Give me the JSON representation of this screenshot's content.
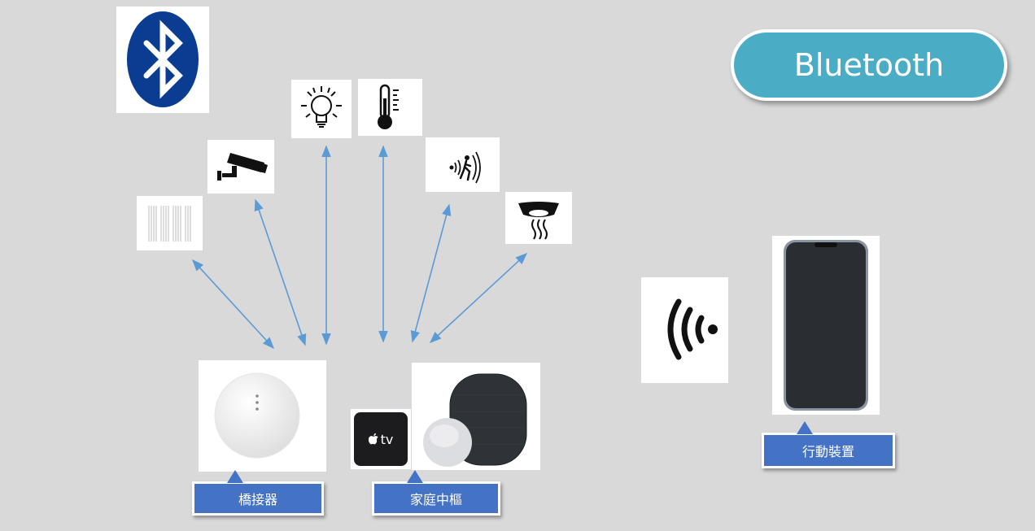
{
  "title": "Bluetooth",
  "icons": {
    "bluetooth_logo": "bluetooth-logo",
    "blinds": "window-blinds-icon",
    "camera": "security-camera-icon",
    "bulb": "light-bulb-icon",
    "thermometer": "thermometer-icon",
    "motion": "motion-sensor-icon",
    "smoke": "smoke-detector-icon",
    "bridge": "bridge-hub-device",
    "apple_tv": "apple-tv-box",
    "homepod": "homepod-speakers",
    "signal": "wireless-signal-icon",
    "phone": "smartphone"
  },
  "apple_tv_label": "tv",
  "labels": {
    "bridge": "橋接器",
    "home_hub": "家庭中樞",
    "mobile": "行動裝置"
  },
  "colors": {
    "pill": "#4bacc6",
    "callout": "#4472c4",
    "arrow": "#5b9bd5",
    "bluetooth_blue": "#0a3d91"
  }
}
